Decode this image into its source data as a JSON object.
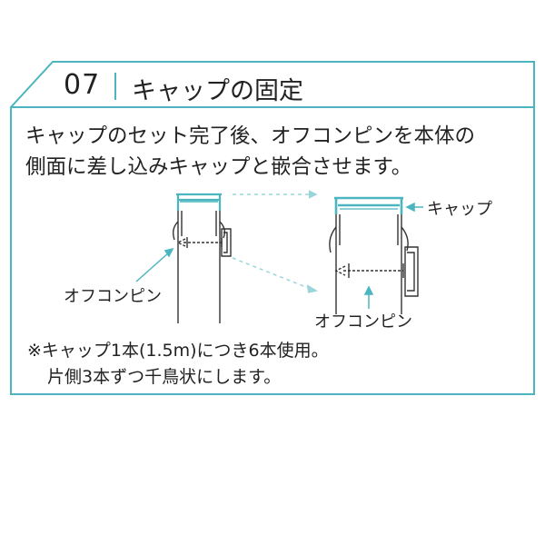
{
  "step": {
    "number": "07",
    "title": "キャップの固定"
  },
  "description": {
    "line1": "キャップのセット完了後、オフコンピンを本体の",
    "line2": "側面に差し込みキャップと嵌合させます。"
  },
  "diagram": {
    "label_cap": "キャップ",
    "label_pin_left": "オフコンピン",
    "label_pin_right": "オフコンピン"
  },
  "note": {
    "line1": "※キャップ1本(1.5m)につき6本使用。",
    "line2": "片側3本ずつ千鳥状にします。"
  },
  "colors": {
    "accent": "#4bb5c0",
    "line": "#333333",
    "dashed": "#9ad5dc"
  }
}
